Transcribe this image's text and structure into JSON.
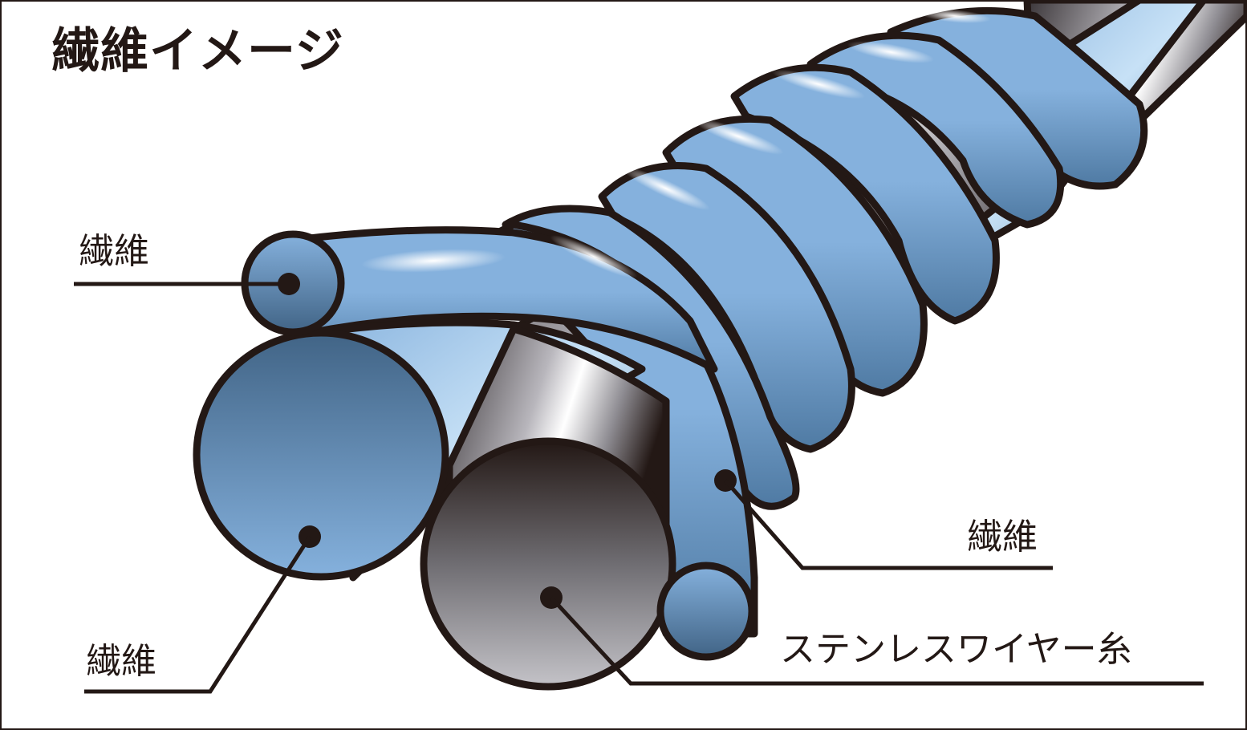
{
  "diagram": {
    "title": "繊維イメージ",
    "labels": {
      "fiber_top_left": "繊維",
      "fiber_bottom_left": "繊維",
      "fiber_right": "繊維",
      "stainless_wire": "ステンレスワイヤー糸"
    },
    "components": [
      {
        "name": "fiber",
        "description": "blue fiber strand wrapped helically"
      },
      {
        "name": "stainless_wire_yarn",
        "description": "grey metallic stainless steel wire core"
      }
    ],
    "colors": {
      "fiber_light": "#c7e1f6",
      "fiber_mid": "#85b1dd",
      "fiber_dark": "#416486",
      "wire_light": "#ffffff",
      "wire_mid": "#8e8c92",
      "wire_dark": "#231815",
      "outline": "#231815",
      "background": "#ffffff"
    }
  }
}
